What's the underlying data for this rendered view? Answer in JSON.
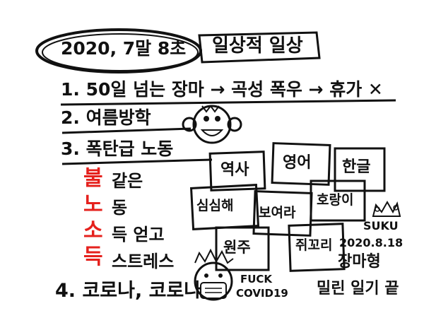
{
  "header": {
    "date": "2020, 7말 8초",
    "subtitle": "일상적 일상"
  },
  "list": {
    "item1": "1. 50일 넘는 장마 → 곡성 폭우 → 휴가 ✕",
    "item2": "2. 여름방학",
    "item3": "3. 폭탄급 노동",
    "item4": "4. 코로나, 코로나"
  },
  "bullet_lines": {
    "line1": "같은",
    "line2": "동",
    "line3": "득 얻고",
    "line4": "스트레스"
  },
  "red_vertical": [
    "불",
    "노",
    "소",
    "득"
  ],
  "boxes": [
    "역사",
    "영어",
    "한글",
    "심심해",
    "보여라",
    "호랑이",
    "원주",
    "쥐꼬리"
  ],
  "corona_label": {
    "line1": "FUCK",
    "line2": "COVID19"
  },
  "signature": {
    "name": "SUKU",
    "date": "2020.8.18",
    "line1": "장마형",
    "line2": "밀린 일기 끝"
  },
  "colors": {
    "ink": "#111111",
    "accent_red": "#e5211d"
  }
}
